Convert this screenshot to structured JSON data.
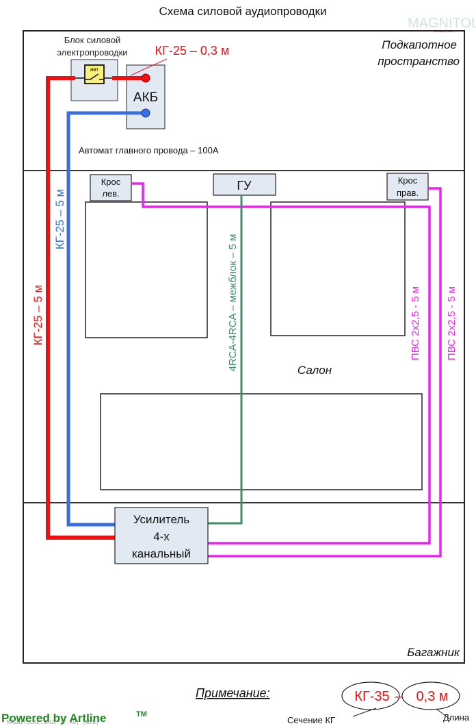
{
  "title": "Схема силовой аудиопроводки",
  "watermark_logo": "MAGNITOLA",
  "watermark_logo_sub": "Car Audio Team",
  "zones": {
    "engine": "Подкапотное пространство",
    "engine_line1": "Подкапотное",
    "engine_line2": "пространство",
    "cabin": "Салон",
    "trunk": "Багажник"
  },
  "components": {
    "power_block_line1": "Блок силовой",
    "power_block_line2": "электропроводки",
    "breaker_label": "авт",
    "battery": "АКБ",
    "main_breaker_note": "Автомат главного провода – 100А",
    "crossover_left_line1": "Крос",
    "crossover_left_line2": "лев.",
    "crossover_right_line1": "Крос",
    "crossover_right_line2": "прав.",
    "head_unit": "ГУ",
    "amplifier_line1": "Усилитель",
    "amplifier_line2": "4-х",
    "amplifier_line3": "канальный"
  },
  "wires": {
    "battery_to_breaker": "КГ-25 – 0,3 м",
    "power_positive": "КГ-25 – 5 м",
    "power_ground": "КГ-25 – 5 м",
    "interconnect": "4RCA-4RCA – межблок – 5 м",
    "speaker_left": "ПВС 2х2,5 - 5 м",
    "speaker_right": "ПВС 2х2,5 - 5 м"
  },
  "colors": {
    "positive": "#ee1111",
    "ground": "#3a6de0",
    "interconnect": "#3a8f63",
    "speaker": "#ee22ee",
    "box_fill": "#e3e9f3",
    "breaker_fill": "#f7f07a",
    "powered_green": "#1a8a1a"
  },
  "legend": {
    "title": "Примечание:",
    "example_section": "КГ-35",
    "example_sep": "–",
    "example_length": "0,3 м",
    "section_label": "Сечение КГ",
    "length_label": "Длина"
  },
  "footer": {
    "powered": "Powered by Artline",
    "tm": "TM",
    "overlay": "MAGNITOLAE.SKG5 [?.RU] [WEB]"
  }
}
